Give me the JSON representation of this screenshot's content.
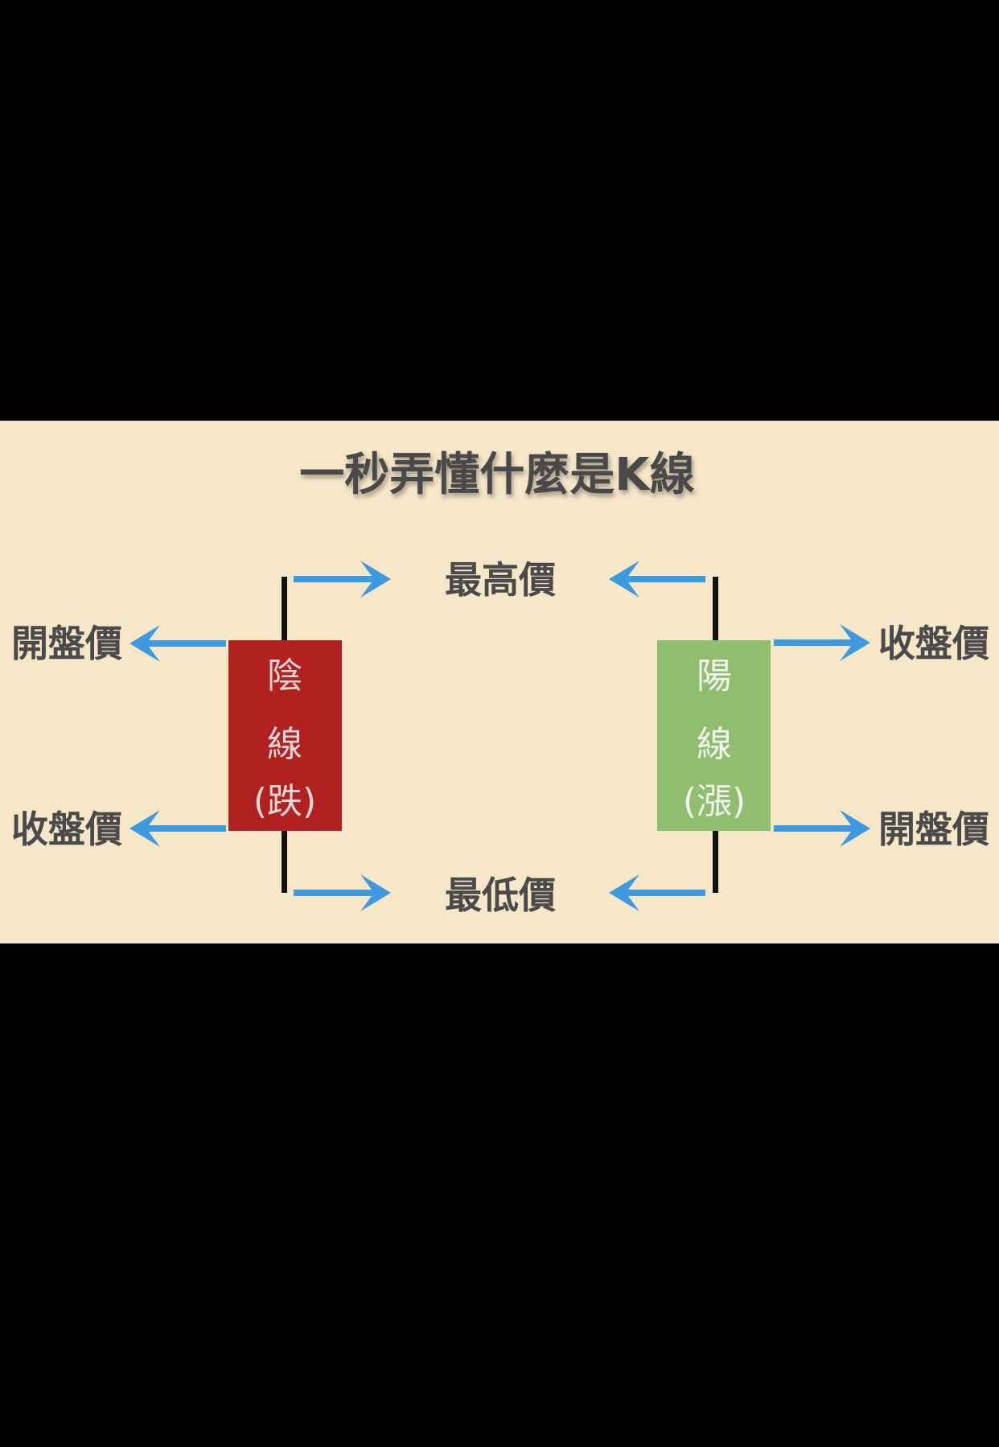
{
  "title": "一秒弄懂什麼是K線",
  "labels": {
    "high": "最高價",
    "low": "最低價",
    "open": "開盤價",
    "close": "收盤價"
  },
  "bearish": {
    "line1": "陰",
    "line2": "線",
    "line3": "(跌)",
    "color": "#b0211f"
  },
  "bullish": {
    "line1": "陽",
    "line2": "線",
    "line3": "(漲)",
    "color": "#8fbf6e"
  },
  "colors": {
    "background": "#f7e7c9",
    "arrow": "#3d9ae0",
    "text": "#4a4a4a",
    "wick": "#111111"
  }
}
